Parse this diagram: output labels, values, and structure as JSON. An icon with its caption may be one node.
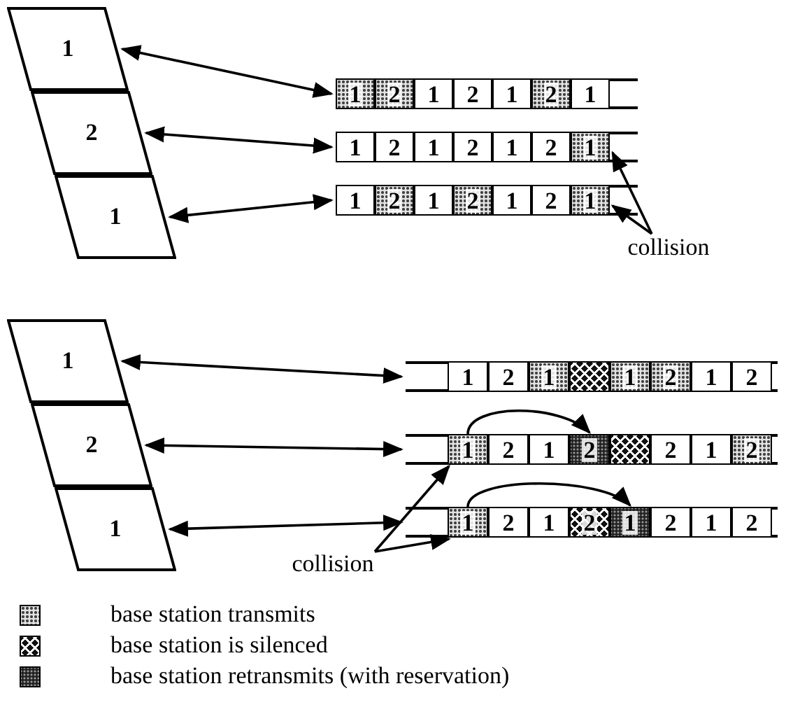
{
  "diagram": {
    "nodes": [
      {
        "text": [
          "1"
        ]
      },
      {
        "text": [
          "2"
        ]
      },
      {
        "text": [
          "1"
        ]
      },
      {
        "text": [],
        "shape": "bar"
      },
      {
        "text": [
          "1"
        ],
        "in": 3
      },
      {
        "text": [
          "2"
        ],
        "in": 3
      },
      {
        "text": [
          "1"
        ],
        "in": 3
      },
      {
        "text": [
          "2"
        ],
        "in": 3
      },
      {
        "text": [
          "1"
        ],
        "in": 3
      },
      {
        "text": [
          "2"
        ],
        "in": 3
      },
      {
        "text": [
          "1"
        ],
        "in": 3
      },
      {
        "text": [],
        "shape": "bar"
      },
      {
        "text": [
          "1"
        ],
        "in": 11
      },
      {
        "text": [
          "2"
        ],
        "in": 11
      },
      {
        "text": [
          "1"
        ],
        "in": 11
      },
      {
        "text": [
          "2"
        ],
        "in": 11
      },
      {
        "text": [
          "1"
        ],
        "in": 11
      },
      {
        "text": [
          "2"
        ],
        "in": 11
      },
      {
        "text": [
          "1"
        ],
        "in": 11
      },
      {
        "text": [],
        "shape": "bar"
      },
      {
        "text": [
          "1"
        ],
        "in": 19
      },
      {
        "text": [
          "2"
        ],
        "in": 19
      },
      {
        "text": [
          "1"
        ],
        "in": 19
      },
      {
        "text": [
          "2"
        ],
        "in": 19
      },
      {
        "text": [
          "1"
        ],
        "in": 19
      },
      {
        "text": [
          "2"
        ],
        "in": 19
      },
      {
        "text": [
          "1"
        ],
        "in": 19
      },
      {
        "text": [
          "collision"
        ]
      },
      {
        "text": [
          "1"
        ]
      },
      {
        "text": [
          "2"
        ]
      },
      {
        "text": [
          "1"
        ]
      },
      {
        "text": [],
        "shape": "bar"
      },
      {
        "text": [
          "1"
        ],
        "in": 31
      },
      {
        "text": [
          "2"
        ],
        "in": 31
      },
      {
        "text": [
          "1"
        ],
        "in": 31
      },
      {
        "text": [],
        "shape": "box",
        "in": 31
      },
      {
        "text": [
          "1"
        ],
        "in": 31
      },
      {
        "text": [
          "2"
        ],
        "in": 31
      },
      {
        "text": [
          "1"
        ],
        "in": 31
      },
      {
        "text": [
          "2"
        ],
        "in": 31
      },
      {
        "text": [],
        "shape": "bar"
      },
      {
        "text": [
          "1"
        ],
        "in": 40
      },
      {
        "text": [
          "2"
        ],
        "in": 40
      },
      {
        "text": [
          "1"
        ],
        "in": 40
      },
      {
        "text": [
          "2"
        ],
        "in": 40
      },
      {
        "text": [],
        "shape": "box",
        "in": 40
      },
      {
        "text": [
          "2"
        ],
        "in": 40
      },
      {
        "text": [
          "1"
        ],
        "in": 40
      },
      {
        "text": [
          "2"
        ],
        "in": 40
      },
      {
        "text": [],
        "shape": "bar"
      },
      {
        "text": [
          "1"
        ],
        "in": 49
      },
      {
        "text": [
          "2"
        ],
        "in": 49
      },
      {
        "text": [
          "1"
        ],
        "in": 49
      },
      {
        "text": [
          "2"
        ],
        "in": 49
      },
      {
        "text": [
          "1"
        ],
        "in": 49
      },
      {
        "text": [
          "2"
        ],
        "in": 49
      },
      {
        "text": [
          "1"
        ],
        "in": 49
      },
      {
        "text": [
          "2"
        ],
        "in": 49
      },
      {
        "text": [
          "collision"
        ]
      }
    ],
    "edges": [
      {
        "from": 0,
        "to": 3,
        "arrow": "both"
      },
      {
        "from": 1,
        "to": 11,
        "arrow": "both"
      },
      {
        "from": 2,
        "to": 19,
        "arrow": "both"
      },
      {
        "from": 27,
        "to": 18,
        "arrow": "to"
      },
      {
        "from": 27,
        "to": 26,
        "arrow": "to"
      },
      {
        "from": 28,
        "to": 31,
        "arrow": "both"
      },
      {
        "from": 29,
        "to": 40,
        "arrow": "both"
      },
      {
        "from": 30,
        "to": 49,
        "arrow": "both"
      },
      {
        "from": 41,
        "to": 44,
        "arrow": "to"
      },
      {
        "from": 50,
        "to": 54,
        "arrow": "to"
      },
      {
        "from": 58,
        "to": 41,
        "arrow": "to"
      },
      {
        "from": 58,
        "to": 50,
        "arrow": "to"
      }
    ],
    "legend": [
      {
        "text": "base station transmits"
      },
      {
        "text": "base station is silenced"
      },
      {
        "text": "base station retransmits (with reservation)"
      }
    ]
  }
}
